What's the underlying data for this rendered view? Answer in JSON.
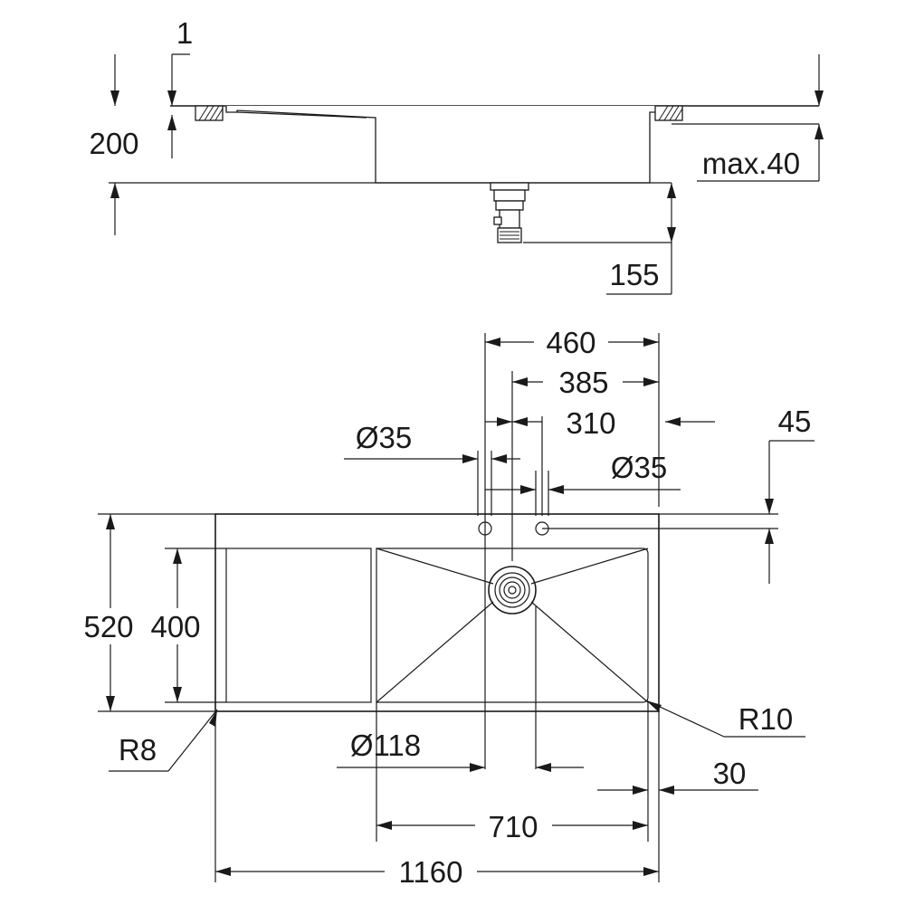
{
  "section_view": {
    "labels": {
      "flange_thickness": "1",
      "bowl_depth": "200",
      "worktop_max": "max.40",
      "drain_depth": "155"
    }
  },
  "plan_view": {
    "labels": {
      "tap_hole_span": "460",
      "tap_to_edge": "385",
      "drain_to_edge": "310",
      "tap_hole_left": "Ø35",
      "tap_hole_right": "Ø35",
      "tap_hole_offset": "45",
      "overall_depth": "520",
      "bowl_depth_plan": "400",
      "corner_radius_outer": "R8",
      "drain_diameter": "Ø118",
      "corner_radius_bowl": "R10",
      "bowl_margin": "30",
      "bowl_width": "710",
      "overall_width": "1160"
    }
  }
}
